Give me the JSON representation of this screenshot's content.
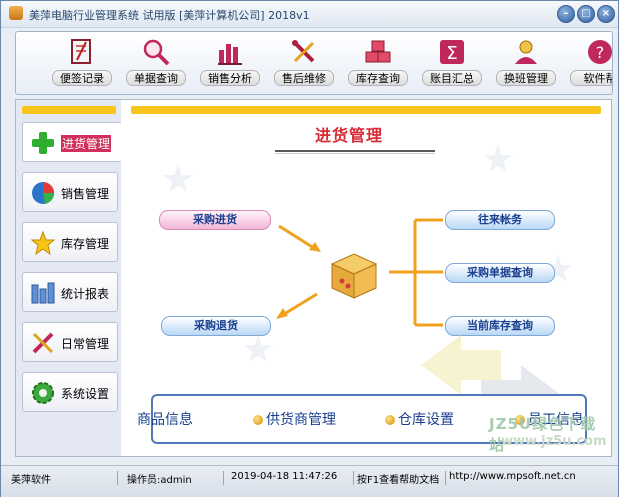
{
  "window": {
    "title": "美萍电脑行业管理系统 试用版 [美萍计算机公司] 2018v1",
    "controls": [
      "minimize",
      "maximize",
      "close"
    ]
  },
  "toolbar": [
    {
      "label": "便签记录",
      "icon": "note-icon"
    },
    {
      "label": "单据查询",
      "icon": "magnifier-icon"
    },
    {
      "label": "销售分析",
      "icon": "bar-chart-icon"
    },
    {
      "label": "售后维修",
      "icon": "wrench-icon"
    },
    {
      "label": "库存查询",
      "icon": "boxes-icon"
    },
    {
      "label": "账目汇总",
      "icon": "sigma-icon"
    },
    {
      "label": "换班管理",
      "icon": "person-icon"
    },
    {
      "label": "软件帮",
      "icon": "help-icon"
    }
  ],
  "sidebar": [
    {
      "label": "进货管理",
      "icon": "plus-icon",
      "active": true
    },
    {
      "label": "销售管理",
      "icon": "pie-chart-icon",
      "active": false
    },
    {
      "label": "库存管理",
      "icon": "star-icon",
      "active": false
    },
    {
      "label": "统计报表",
      "icon": "chart-columns-icon",
      "active": false
    },
    {
      "label": "日常管理",
      "icon": "tools-icon",
      "active": false
    },
    {
      "label": "系统设置",
      "icon": "gear-icon",
      "active": false
    }
  ],
  "main": {
    "title": "进货管理",
    "left_buttons": [
      "采购进货",
      "采购退货"
    ],
    "right_buttons": [
      "往来帐务",
      "采购单据查询",
      "当前库存查询"
    ],
    "bottom_items": [
      "商品信息",
      "供货商管理",
      "仓库设置",
      "员工信息"
    ],
    "watermark": "JZ5U绿色下载站",
    "watermark_url": "www.jz5u.com"
  },
  "status": {
    "company": "美萍软件",
    "operator": "操作员:admin",
    "datetime": "2019-04-18 11:47:26",
    "help": "按F1查看帮助文档",
    "website": "http://www.mpsoft.net.cn"
  },
  "colors": {
    "accent": "#f8c61a",
    "title_red": "#d82a35",
    "active_tab": "#d0305a",
    "link_blue": "#1a3f8f"
  }
}
